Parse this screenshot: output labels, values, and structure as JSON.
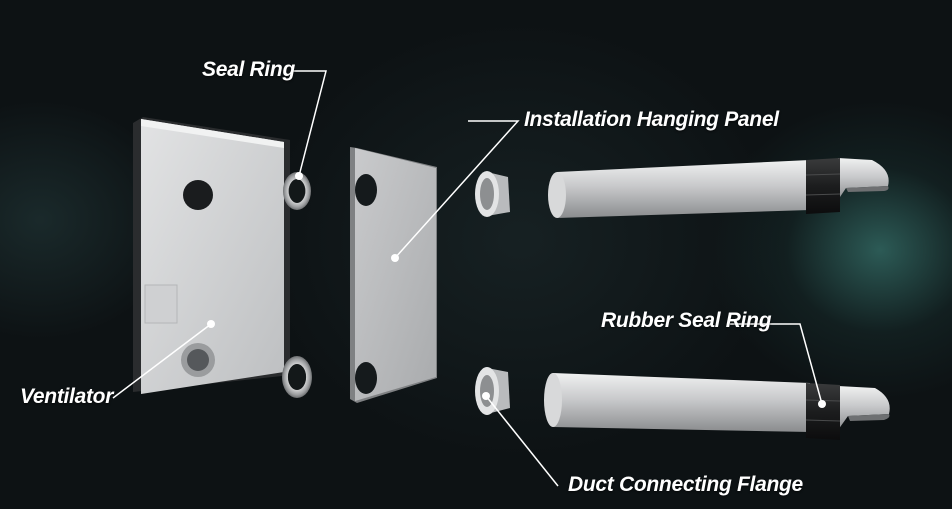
{
  "labels": {
    "seal_ring": "Seal Ring",
    "installation_hanging_panel": "Installation Hanging Panel",
    "rubber_seal_ring": "Rubber  Seal Ring",
    "ventilator": "Ventilator",
    "duct_connecting_flange": "Duct Connecting Flange"
  },
  "colors": {
    "background": "#0d1214",
    "glow": "#4c9a90",
    "part_light": "#d9dadb",
    "part_shadow": "#8e9092",
    "rubber": "#1e1f20",
    "leader_line": "#ffffff"
  }
}
